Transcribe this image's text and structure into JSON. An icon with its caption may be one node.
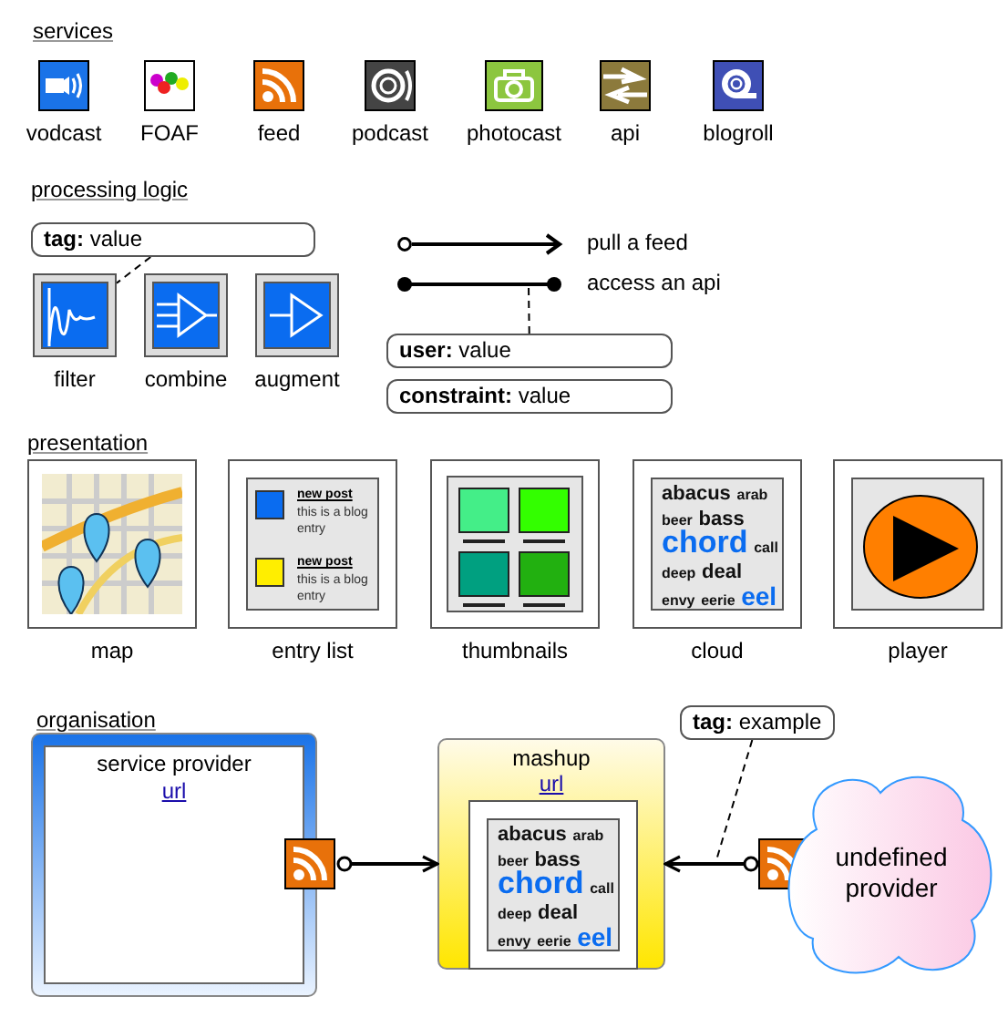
{
  "diagram": {
    "nodes": [
      {
        "text": [
          "vodcast"
        ]
      },
      {
        "text": [
          "FOAF"
        ]
      },
      {
        "text": [
          "feed"
        ]
      },
      {
        "text": [
          "podcast"
        ]
      },
      {
        "text": [
          "photocast"
        ]
      },
      {
        "text": [
          "api"
        ]
      },
      {
        "text": [
          "blogroll"
        ]
      },
      {
        "text": [
          "**tag:** value"
        ]
      },
      {
        "text": [
          "filter"
        ]
      },
      {
        "text": [
          "combine"
        ]
      },
      {
        "text": [
          "augment"
        ]
      },
      {
        "text": [
          "**user:** value"
        ]
      },
      {
        "text": [
          "**constraint:** value"
        ]
      },
      {
        "text": [
          "map"
        ]
      },
      {
        "text": [
          "new post",
          "this is a blog entry",
          "new post",
          "this is a blog entry",
          "entry list"
        ]
      },
      {
        "text": [
          "thumbnails"
        ]
      },
      {
        "text": [
          "abacus arab beer bass chord call deep deal envy eerie eel",
          "cloud"
        ]
      },
      {
        "text": [
          "player"
        ]
      },
      {
        "text": [
          "service provider",
          "url"
        ]
      },
      {
        "text": [],
        "shape": "box"
      },
      {
        "text": [
          "mashup",
          "url"
        ]
      },
      {
        "text": [
          "abacus arab beer bass chord call deep deal envy eerie eel"
        ],
        "in": 20
      },
      {
        "text": [
          "**tag:** example"
        ]
      },
      {
        "text": [],
        "shape": "box"
      },
      {
        "text": [
          "undefined provider"
        ]
      }
    ],
    "edges": [
      {
        "from": 7,
        "to": 8,
        "arrow": "none",
        "style": "dashed"
      },
      {
        "from": 11,
        "to": null,
        "arrow": "none",
        "style": "dashed"
      },
      {
        "from": 19,
        "to": 20,
        "arrow": "to"
      },
      {
        "from": 23,
        "to": 20,
        "arrow": "to"
      },
      {
        "from": 22,
        "to": null,
        "arrow": "none",
        "style": "dashed"
      }
    ],
    "labels": [
      "services",
      "processing logic",
      "presentation",
      "organisation"
    ],
    "legend": [
      {
        "text": "pull a feed"
      },
      {
        "text": "access an api"
      }
    ]
  }
}
